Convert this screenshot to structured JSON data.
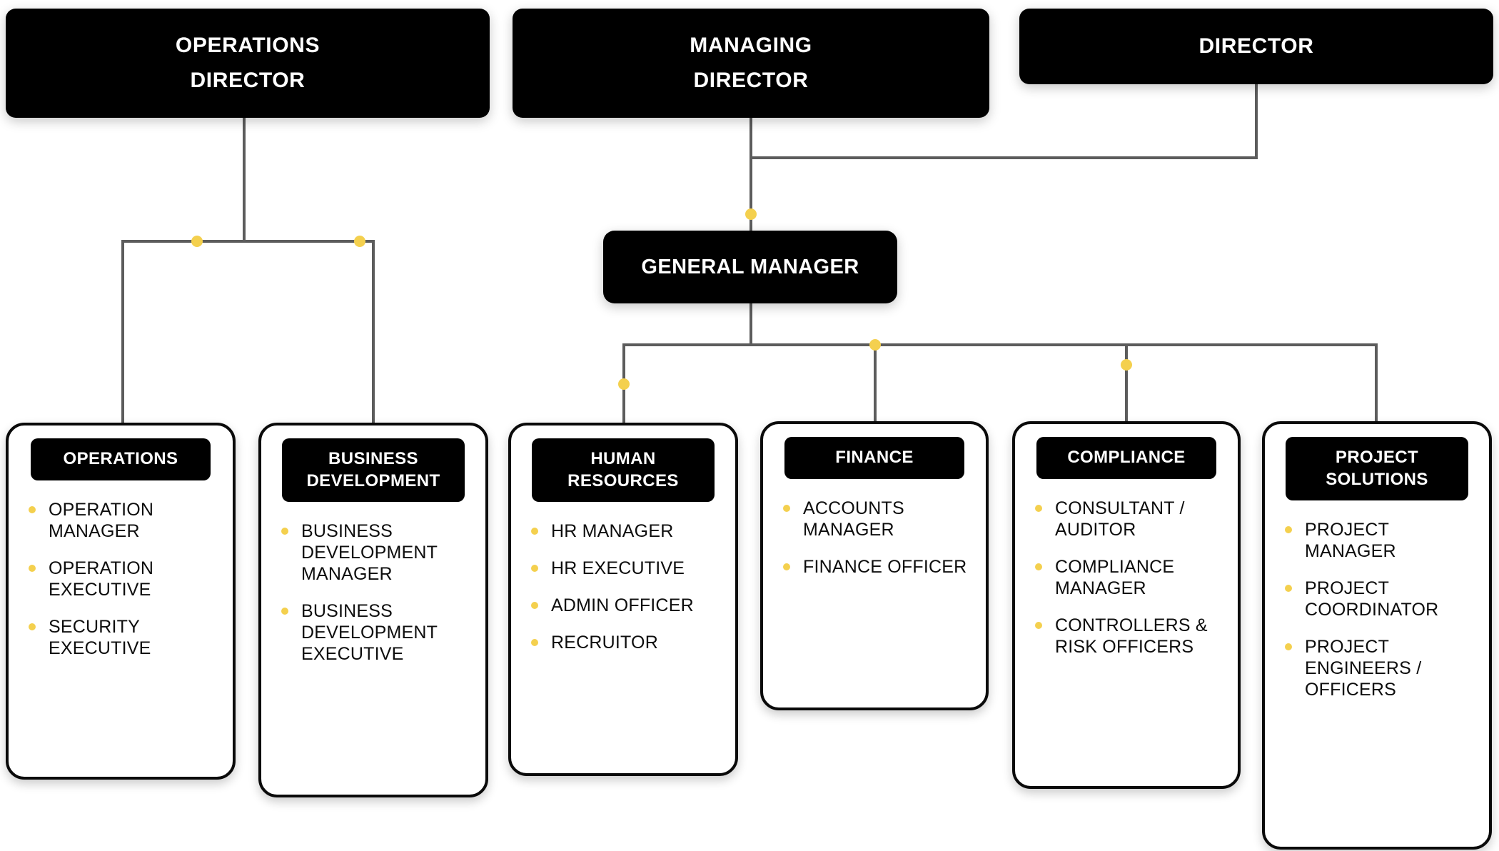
{
  "chart_type": "org-chart",
  "theme": {
    "node_bg": "#000000",
    "node_text": "#ffffff",
    "card_bg": "#ffffff",
    "card_border": "#0a0a0a",
    "connector": "#5c5c5c",
    "accent_dot": "#f4d04e",
    "page_bg": "#ffffff"
  },
  "top_nodes": [
    {
      "id": "operations-director",
      "line1": "OPERATIONS",
      "line2": "DIRECTOR"
    },
    {
      "id": "managing-director",
      "line1": "MANAGING",
      "line2": "DIRECTOR"
    },
    {
      "id": "director",
      "line1": "DIRECTOR",
      "line2": ""
    }
  ],
  "mid_node": {
    "id": "general-manager",
    "label": "GENERAL MANAGER"
  },
  "departments": [
    {
      "id": "operations",
      "title_line1": "OPERATIONS",
      "title_line2": "",
      "roles": [
        "OPERATION MANAGER",
        "OPERATION EXECUTIVE",
        "SECURITY EXECUTIVE"
      ]
    },
    {
      "id": "business-development",
      "title_line1": "BUSINESS",
      "title_line2": "DEVELOPMENT",
      "roles": [
        "BUSINESS DEVELOPMENT MANAGER",
        "BUSINESS DEVELOPMENT EXECUTIVE"
      ]
    },
    {
      "id": "human-resources",
      "title_line1": "HUMAN",
      "title_line2": "RESOURCES",
      "roles": [
        "HR MANAGER",
        "HR EXECUTIVE",
        "ADMIN OFFICER",
        "RECRUITOR"
      ]
    },
    {
      "id": "finance",
      "title_line1": "FINANCE",
      "title_line2": "",
      "roles": [
        "ACCOUNTS MANAGER",
        "FINANCE OFFICER"
      ]
    },
    {
      "id": "compliance",
      "title_line1": "COMPLIANCE",
      "title_line2": "",
      "roles": [
        "CONSULTANT / AUDITOR",
        "COMPLIANCE MANAGER",
        "CONTROLLERS & RISK OFFICERS"
      ]
    },
    {
      "id": "project-solutions",
      "title_line1": "PROJECT",
      "title_line2": "SOLUTIONS",
      "roles": [
        "PROJECT MANAGER",
        "PROJECT COORDINATOR",
        "PROJECT ENGINEERS / OFFICERS"
      ]
    }
  ]
}
